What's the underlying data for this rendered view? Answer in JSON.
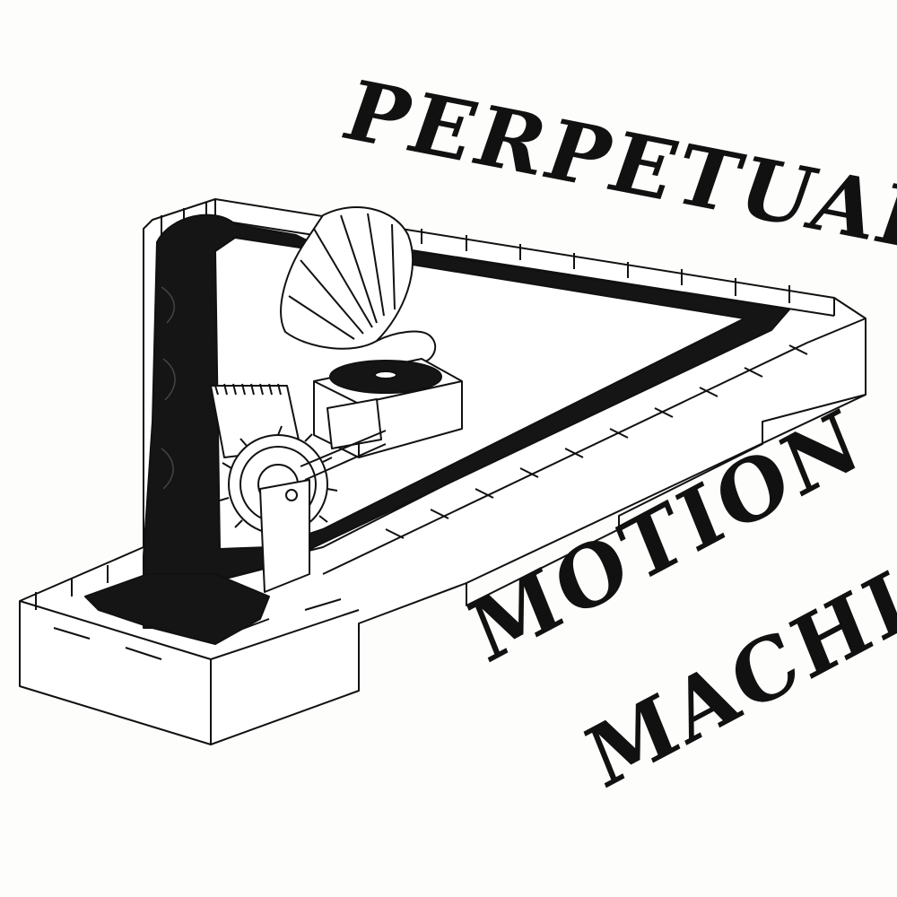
{
  "cover": {
    "title_line_1": "PERPETUAL",
    "title_line_2": "MOTION",
    "title_line_3": "MACHINE"
  },
  "illustration": {
    "subject": "gramophone-driven water channel machine",
    "icons": [
      "gramophone-horn-icon",
      "record-turntable-icon",
      "gear-wheel-icon",
      "water-stream-icon"
    ]
  },
  "colors": {
    "ink": "#111111",
    "paper": "#fdfdfb"
  }
}
